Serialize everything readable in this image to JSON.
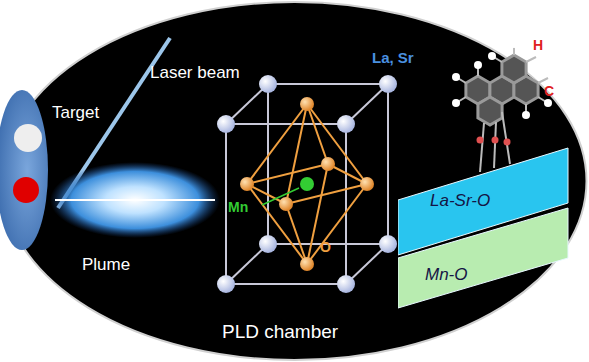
{
  "diagram": {
    "nodes": [
      {
        "text": [
          "La-Sr-O"
        ]
      },
      {
        "text": [
          "Mn-O"
        ]
      }
    ],
    "labels": [
      "Target",
      "Laser beam",
      "Plume",
      "La, Sr",
      "Mn",
      "O",
      "H",
      "C",
      "PLD chamber"
    ]
  }
}
